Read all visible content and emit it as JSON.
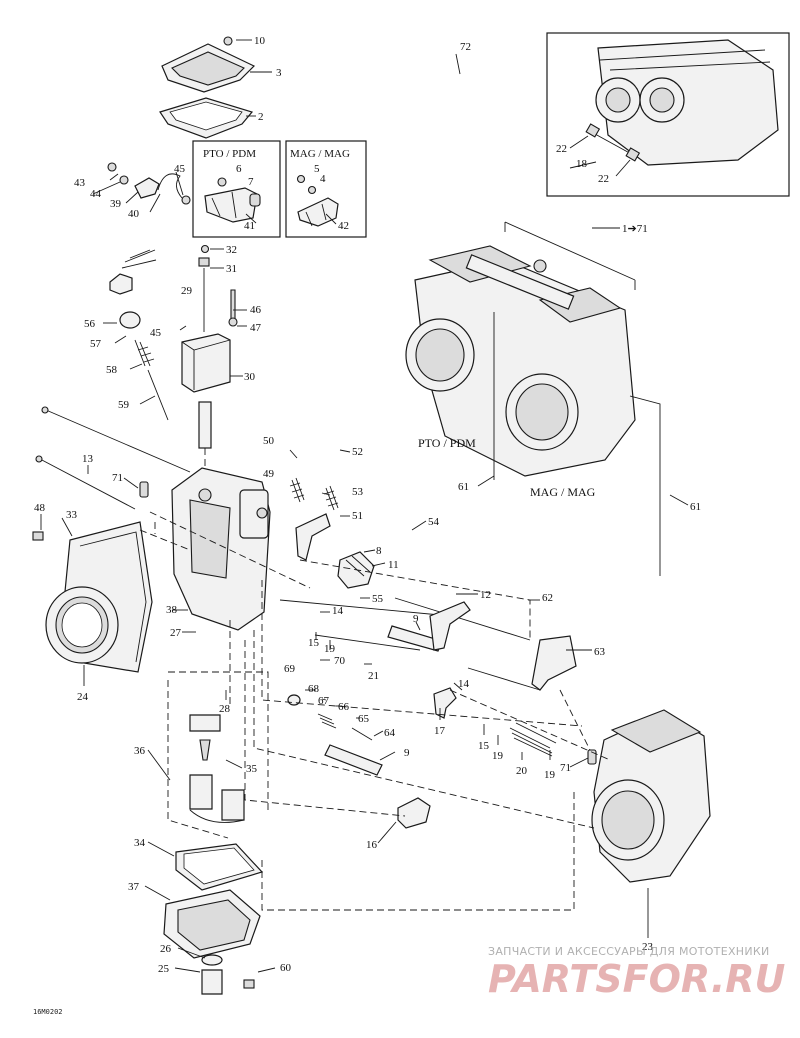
{
  "diagram": {
    "labels": {
      "l1_71": "1➔71",
      "l2": "2",
      "l3": "3",
      "l4": "4",
      "l5": "5",
      "l6": "6",
      "l7": "7",
      "l8": "8",
      "l9a": "9",
      "l9b": "9",
      "l10": "10",
      "l11": "11",
      "l12": "12",
      "l13": "13",
      "l14a": "14",
      "l14b": "14",
      "l15a": "15",
      "l15b": "15",
      "l16": "16",
      "l17": "17",
      "l18": "18",
      "l19a": "19",
      "l19b": "19",
      "l19c": "19",
      "l20": "20",
      "l21": "21",
      "l22a": "22",
      "l22b": "22",
      "l23": "23",
      "l24": "24",
      "l25": "25",
      "l26": "26",
      "l27": "27",
      "l28": "28",
      "l29": "29",
      "l30": "30",
      "l31": "31",
      "l32": "32",
      "l33": "33",
      "l34": "34",
      "l35": "35",
      "l36": "36",
      "l37": "37",
      "l38": "38",
      "l39": "39",
      "l40": "40",
      "l41": "41",
      "l42": "42",
      "l43": "43",
      "l44": "44",
      "l45a": "45",
      "l45b": "45",
      "l46": "46",
      "l47": "47",
      "l48": "48",
      "l49": "49",
      "l50": "50",
      "l51": "51",
      "l52": "52",
      "l53": "53",
      "l54": "54",
      "l55": "55",
      "l56": "56",
      "l57": "57",
      "l58": "58",
      "l59": "59",
      "l60": "60",
      "l61a": "61",
      "l61b": "61",
      "l62": "62",
      "l63": "63",
      "l64": "64",
      "l65": "65",
      "l66": "66",
      "l67": "67",
      "l68": "68",
      "l69": "69",
      "l70": "70",
      "l71a": "71",
      "l71b": "71",
      "l72": "72"
    },
    "box_pto": "PTO / PDM",
    "box_mag": "MAG / MAG",
    "side_pto": "PTO / PDM",
    "side_mag": "MAG / MAG",
    "figure_code": "16M0202"
  },
  "watermark": {
    "tagline": "ЗАПЧАСТИ И АКСЕССУАРЫ ДЛЯ МОТОТЕХНИКИ",
    "brand": "PARTSFOR.RU"
  }
}
